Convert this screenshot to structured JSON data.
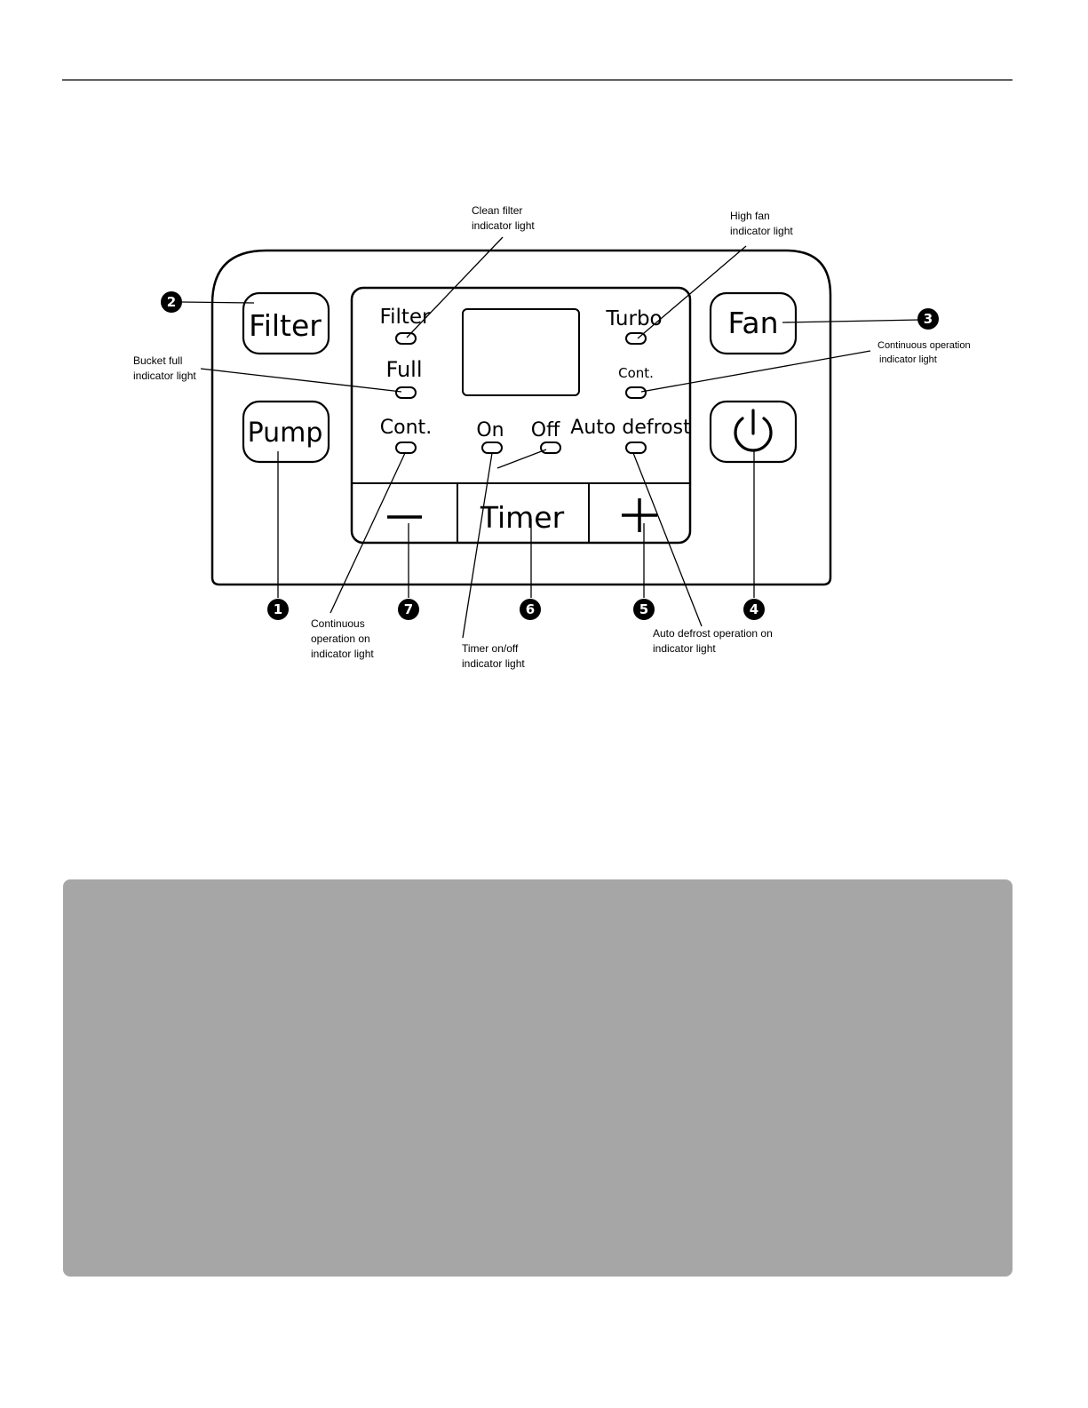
{
  "panel": {
    "buttons": {
      "filter": "Filter",
      "pump": "Pump",
      "fan": "Fan",
      "timer": "Timer",
      "minus": "minus-icon",
      "plus": "plus-icon",
      "power": "power-icon"
    },
    "indicators": {
      "filter": "Filter",
      "full": "Full",
      "cont_left": "Cont.",
      "on": "On",
      "off": "Off",
      "turbo": "Turbo",
      "cont_right": "Cont.",
      "auto_defrost": "Auto defrost"
    }
  },
  "callouts": {
    "clean_filter": [
      "Clean filter",
      "indicator light"
    ],
    "high_fan": [
      "High fan",
      "indicator light"
    ],
    "bucket_full": [
      "Bucket full",
      "indicator light"
    ],
    "continuous_right": [
      "Continuous operation",
      "indicator light"
    ],
    "continuous_left": [
      "Continuous",
      "operation on",
      "indicator light"
    ],
    "timer_onoff": [
      "Timer on/off",
      "indicator light"
    ],
    "auto_defrost": [
      "Auto defrost operation on",
      "indicator light"
    ]
  },
  "badges": [
    "1",
    "2",
    "3",
    "4",
    "5",
    "6",
    "7"
  ]
}
